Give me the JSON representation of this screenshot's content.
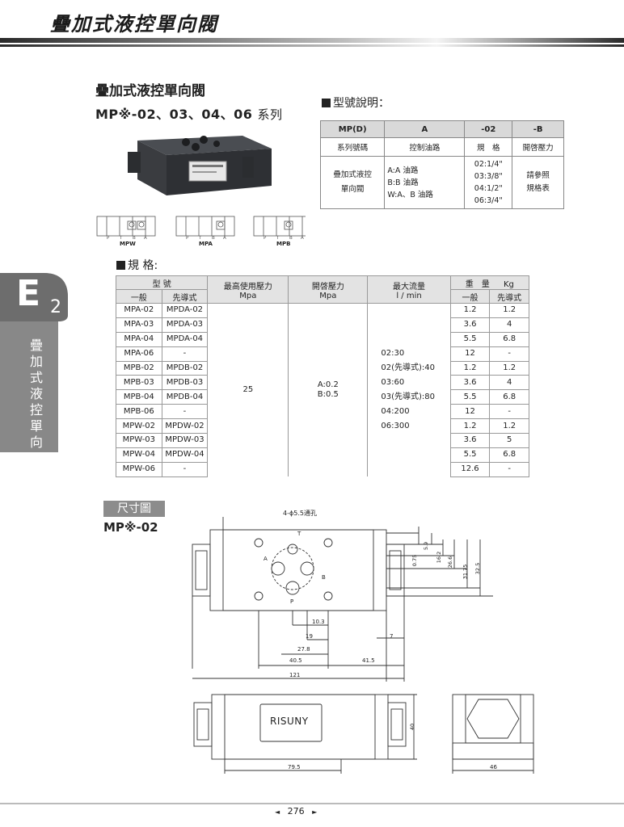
{
  "header": {
    "title": "疊加式液控單向閥"
  },
  "product": {
    "title": "疊加式液控單向閥",
    "series_code": "MP※-02、03、04、06",
    "series_suffix": "系列",
    "symbols": [
      "MPW",
      "MPA",
      "MPB"
    ],
    "symbol_ports": [
      "P",
      "T",
      "B",
      "A"
    ]
  },
  "model_legend": {
    "heading": "型號說明：",
    "headers": [
      "MP(D)",
      "A",
      "-02",
      "-B"
    ],
    "row1": [
      "系列號碼",
      "控制油路",
      "規　格",
      "開啓壓力"
    ],
    "row2": {
      "series": [
        "疊加式液控",
        "單向閥"
      ],
      "control": [
        "A:A 油路",
        "B:B 油路",
        "W:A、B 油路"
      ],
      "size": [
        "02:1/4\"",
        "03:3/8\"",
        "04:1/2\"",
        "06:3/4\""
      ],
      "pressure": [
        "請參照",
        "規格表"
      ]
    }
  },
  "side_tab": {
    "letter": "E",
    "sub": "2",
    "vertical": "疊加式液控單向閥"
  },
  "spec": {
    "heading": "規 格:",
    "headers": {
      "model": "型 號",
      "general": "一般",
      "pilot": "先導式",
      "max_pressure": "最高使用壓力",
      "max_pressure_unit": "Mpa",
      "crack_pressure": "開啓壓力",
      "crack_pressure_unit": "Mpa",
      "max_flow": "最大流量",
      "max_flow_unit": "l / min",
      "weight": "重　量",
      "weight_unit": "Kg",
      "weight_general": "一般",
      "weight_pilot": "先導式"
    },
    "rows": [
      [
        "MPA-02",
        "MPDA-02",
        "1.2",
        "1.2"
      ],
      [
        "MPA-03",
        "MPDA-03",
        "3.6",
        "4"
      ],
      [
        "MPA-04",
        "MPDA-04",
        "5.5",
        "6.8"
      ],
      [
        "MPA-06",
        "-",
        "12",
        "-"
      ],
      [
        "MPB-02",
        "MPDB-02",
        "1.2",
        "1.2"
      ],
      [
        "MPB-03",
        "MPDB-03",
        "3.6",
        "4"
      ],
      [
        "MPB-04",
        "MPDB-04",
        "5.5",
        "6.8"
      ],
      [
        "MPB-06",
        "-",
        "12",
        "-"
      ],
      [
        "MPW-02",
        "MPDW-02",
        "1.2",
        "1.2"
      ],
      [
        "MPW-03",
        "MPDW-03",
        "3.6",
        "5"
      ],
      [
        "MPW-04",
        "MPDW-04",
        "5.5",
        "6.8"
      ],
      [
        "MPW-06",
        "-",
        "12.6",
        "-"
      ]
    ],
    "max_pressure": "25",
    "crack_pressure": [
      "A:0.2",
      "B:0.5"
    ],
    "max_flow": [
      "02:30",
      "02(先導式):40",
      "03:60",
      "03(先導式):80",
      "04:200",
      "06:300"
    ]
  },
  "dimension": {
    "label": "尺寸圖",
    "series": "MP※-02",
    "hole_note": "4-ϕ5.5通孔",
    "brand": "RISUNY",
    "port_letters": [
      "T",
      "A",
      "B",
      "P"
    ],
    "dims_right": [
      "0.75",
      "5.9",
      "16.2",
      "26.6",
      "31.75",
      "32.5"
    ],
    "dims_bottom": [
      "10.3",
      "19",
      "27.8",
      "40.5",
      "41.5",
      "7",
      "121"
    ],
    "dims_view2": [
      "40",
      "79.5",
      "46"
    ]
  },
  "footer": {
    "page": "276",
    "prev_arrow": "◄",
    "next_arrow": "►"
  }
}
